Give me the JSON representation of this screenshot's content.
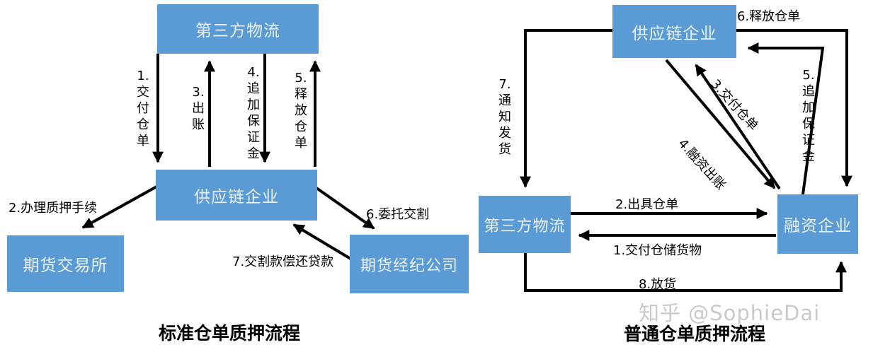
{
  "left_diagram": {
    "caption": "标准仓单质押流程",
    "nodes": {
      "third_party_logistics": "第三方物流",
      "supply_chain_enterprise": "供应链企业",
      "futures_exchange": "期货交易所",
      "futures_brokerage": "期货经纪公司"
    },
    "edges": {
      "deliver_receipt": "1.交付仓单",
      "pledge_procedures": "2.办理质押手续",
      "disburse": "3.出账",
      "margin_call": "4.追加保证金",
      "release_receipt": "5.释放仓单",
      "entrust_delivery": "6.委托交割",
      "repay_loan": "7.交割款偿还贷款"
    }
  },
  "right_diagram": {
    "caption": "普通仓单质押流程",
    "nodes": {
      "supply_chain_enterprise": "供应链企业",
      "third_party_logistics": "第三方物流",
      "financing_enterprise": "融资企业"
    },
    "edges": {
      "deliver_stored_goods": "1.交付仓储货物",
      "issue_receipt": "2.出具仓单",
      "deliver_receipt": "3.交付仓单",
      "financing_disburse": "4.融资出账",
      "margin_call": "5.追加保证金",
      "release_receipt": "6.释放仓单",
      "notify_shipment": "7.通知发货",
      "release_goods": "8.放货"
    }
  },
  "watermark": "知乎 @SophieDai",
  "colors": {
    "node_fill": "#5b9bd5",
    "node_text": "#e9f2fb",
    "arrow": "#000000",
    "label_text": "#000000",
    "watermark": "#c9c9c9",
    "background": "#ffffff"
  }
}
